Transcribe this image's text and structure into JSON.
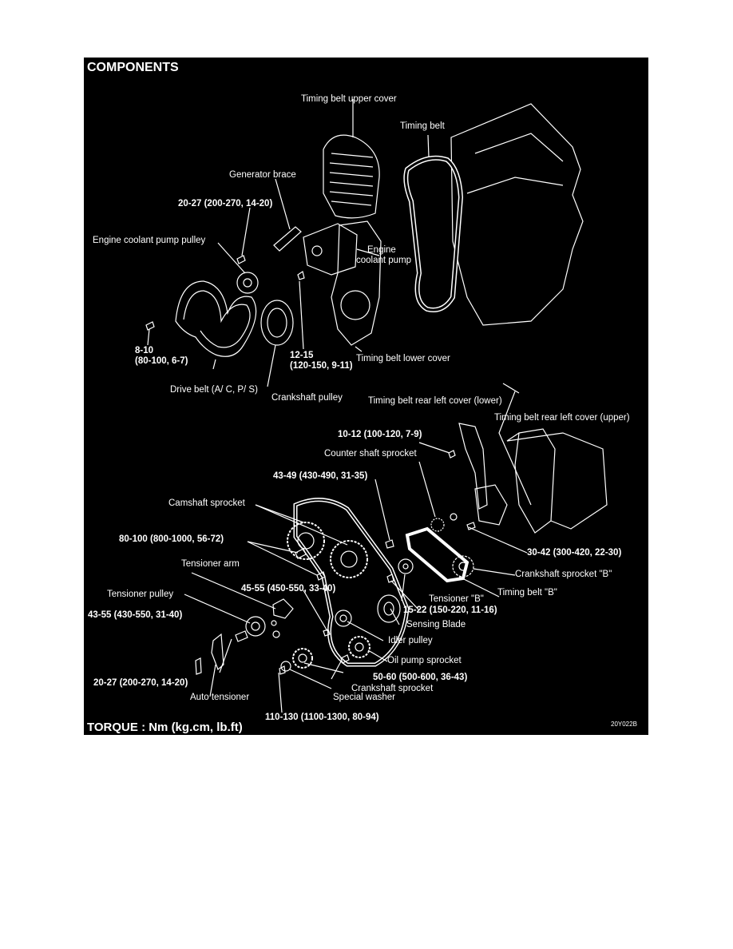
{
  "title": "COMPONENTS",
  "torque_note": "TORQUE : Nm (kg.cm, lb.ft)",
  "figure_code": "20Y022B",
  "labels": {
    "timing_belt_upper_cover": "Timing belt upper cover",
    "timing_belt": "Timing belt",
    "generator_brace": "Generator brace",
    "torque_20_27_top": "20-27 (200-270, 14-20)",
    "engine_coolant_pump_pulley": "Engine coolant pump pulley",
    "engine_coolant_pump_1": "Engine",
    "engine_coolant_pump_2": "coolant pump",
    "torque_8_10_a": "8-10",
    "torque_8_10_b": "(80-100, 6-7)",
    "torque_12_15_a": "12-15",
    "torque_12_15_b": "(120-150, 9-11)",
    "timing_belt_lower_cover": "Timing belt lower cover",
    "drive_belt": "Drive belt (A/ C, P/ S)",
    "crankshaft_pulley": "Crankshaft pulley",
    "rear_left_cover_lower": "Timing belt rear left cover (lower)",
    "rear_left_cover_upper": "Timing belt rear left cover (upper)",
    "torque_10_12": "10-12 (100-120, 7-9)",
    "counter_shaft_sprocket": "Counter shaft sprocket",
    "torque_43_49": "43-49 (430-490, 31-35)",
    "camshaft_sprocket": "Camshaft sprocket",
    "torque_80_100": "80-100 (800-1000, 56-72)",
    "torque_30_42": "30-42 (300-420, 22-30)",
    "tensioner_arm": "Tensioner arm",
    "crankshaft_sprocket_b": "Crankshaft sprocket \"B\"",
    "torque_45_55": "45-55 (450-550, 33-40)",
    "tensioner_b": "Tensioner \"B\"",
    "timing_belt_b": "Timing belt \"B\"",
    "tensioner_pulley": "Tensioner pulley",
    "torque_15_22": "15-22 (150-220, 11-16)",
    "torque_43_55": "43-55 (430-550, 31-40)",
    "sensing_blade": "Sensing Blade",
    "idler_pulley": "Idler pulley",
    "oil_pump_sprocket": "Oil pump sprocket",
    "torque_50_60": "50-60 (500-600, 36-43)",
    "torque_20_27_bottom": "20-27 (200-270, 14-20)",
    "crankshaft_sprocket": "Crankshaft sprocket",
    "special_washer": "Special washer",
    "auto_tensioner": "Auto tensioner",
    "torque_110_130": "110-130 (1100-1300, 80-94)"
  }
}
